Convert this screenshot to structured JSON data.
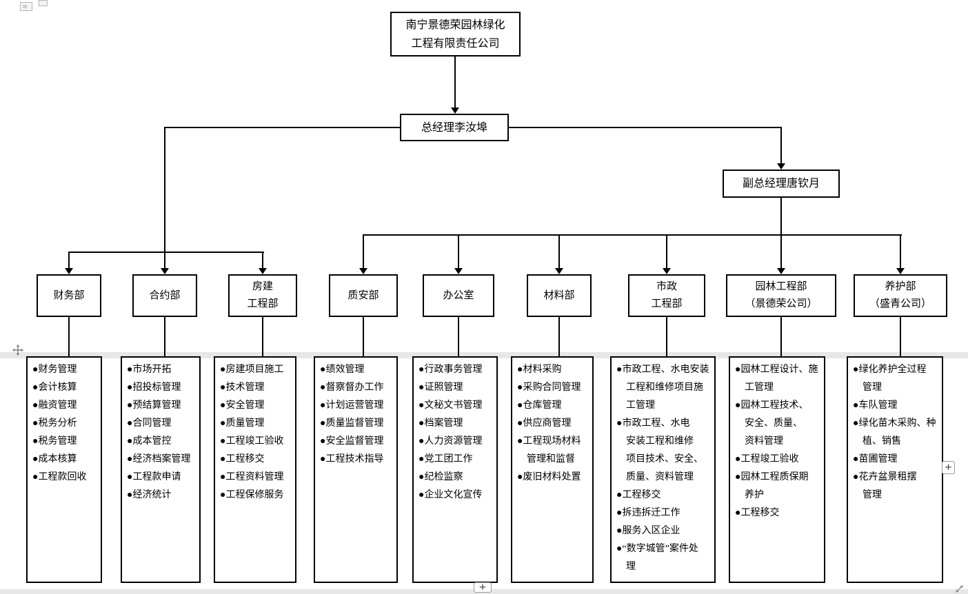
{
  "company": {
    "name_line1": "南宁景德荣园林绿化",
    "name_line2": "工程有限责任公司"
  },
  "managers": {
    "general": "总经理李汝埠",
    "deputy": "副总经理唐钦月"
  },
  "departments": [
    {
      "name_lines": [
        "财务部"
      ],
      "duties": [
        "●财务管理",
        "●会计核算",
        "●融资管理",
        "●税务分析",
        "●税务管理",
        "●成本核算",
        "●工程款回收"
      ]
    },
    {
      "name_lines": [
        "合约部"
      ],
      "duties": [
        "●市场开拓",
        "●招投标管理",
        "●预结算管理",
        "●合同管理",
        "●成本管控",
        "●经济档案管理",
        "●工程款申请",
        "●经济统计"
      ]
    },
    {
      "name_lines": [
        "房建",
        "工程部"
      ],
      "duties": [
        "●房建项目施工",
        "●技术管理",
        "●安全管理",
        "●质量管理",
        "●工程竣工验收",
        "●工程移交",
        "●工程资料管理",
        "●工程保修服务"
      ]
    },
    {
      "name_lines": [
        "质安部"
      ],
      "duties": [
        "●绩效管理",
        "●督察督办工作",
        "●计划运营管理",
        "●质量监督管理",
        "●安全监督管理",
        "●工程技术指导"
      ]
    },
    {
      "name_lines": [
        "办公室"
      ],
      "duties": [
        "●行政事务管理",
        "●证照管理",
        "●文秘文书管理",
        "●档案管理",
        "●人力资源管理",
        "●党工团工作",
        "●纪检监察",
        "●企业文化宣传"
      ]
    },
    {
      "name_lines": [
        "材料部"
      ],
      "duties": [
        "●材料采购",
        "●采购合同管理",
        "●仓库管理",
        "●供应商管理",
        "●工程现场材料\n管理和监督",
        "●废旧材料处置"
      ]
    },
    {
      "name_lines": [
        "市政",
        "工程部"
      ],
      "duties": [
        "●市政工程、水电安装\n工程和维修项目施\n工管理",
        "●市政工程、水电\n安装工程和维修\n项目技术、安全、\n质量、资料管理",
        "●工程移交",
        "●拆违拆迁工作",
        "●服务入区企业",
        "●“数字城管”案件处\n理"
      ]
    },
    {
      "name_lines": [
        "园林工程部",
        "（景德荣公司）"
      ],
      "duties": [
        "●园林工程设计、施\n工管理",
        "●园林工程技术、\n安全、质量、\n资料管理",
        "●工程竣工验收",
        "●园林工程质保期\n养护",
        "●工程移交"
      ]
    },
    {
      "name_lines": [
        "养护部",
        "（盛青公司）"
      ],
      "duties": [
        "●绿化养护全过程\n管理",
        "●车队管理",
        "●绿化苗木采购、种\n植、销售",
        "●苗圃管理",
        "●花卉盆景租摆\n管理"
      ]
    }
  ],
  "controls": {
    "plus_right": "+",
    "plus_bottom": "+"
  }
}
